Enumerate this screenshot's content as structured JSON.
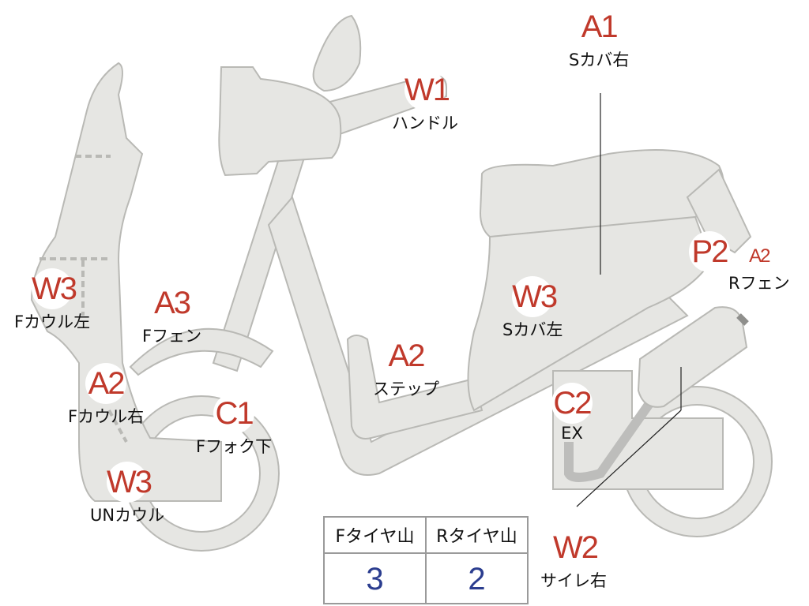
{
  "labels": [
    {
      "id": "a1",
      "code": "A1",
      "name": "Sカバ右"
    },
    {
      "id": "w1",
      "code": "W1",
      "name": "ハンドル"
    },
    {
      "id": "w3-fcowl",
      "code": "W3",
      "name": "Fカウル左"
    },
    {
      "id": "a3",
      "code": "A3",
      "name": "Fフェン"
    },
    {
      "id": "a2-fcowl",
      "code": "A2",
      "name": "Fカウル右"
    },
    {
      "id": "c1",
      "code": "C1",
      "name": "Fフォク下"
    },
    {
      "id": "w3-un",
      "code": "W3",
      "name": "UNカウル"
    },
    {
      "id": "a2-step",
      "code": "A2",
      "name": "ステップ"
    },
    {
      "id": "w3-scover",
      "code": "W3",
      "name": "Sカバ左"
    },
    {
      "id": "c2",
      "code": "C2",
      "name": "EX"
    },
    {
      "id": "p2",
      "code": "P2",
      "name": ""
    },
    {
      "id": "a2-rfen",
      "code": "A2",
      "name": "Rフェン"
    },
    {
      "id": "w2",
      "code": "W2",
      "name": "サイレ右"
    }
  ],
  "tire_table": {
    "headers": [
      "Fタイヤ山",
      "Rタイヤ山"
    ],
    "values": [
      "3",
      "2"
    ]
  },
  "colors": {
    "part_fill": "#e6e6e3",
    "part_stroke": "#b9b9b5",
    "code_text": "#c0392b",
    "value_text": "#2b3d8f"
  }
}
